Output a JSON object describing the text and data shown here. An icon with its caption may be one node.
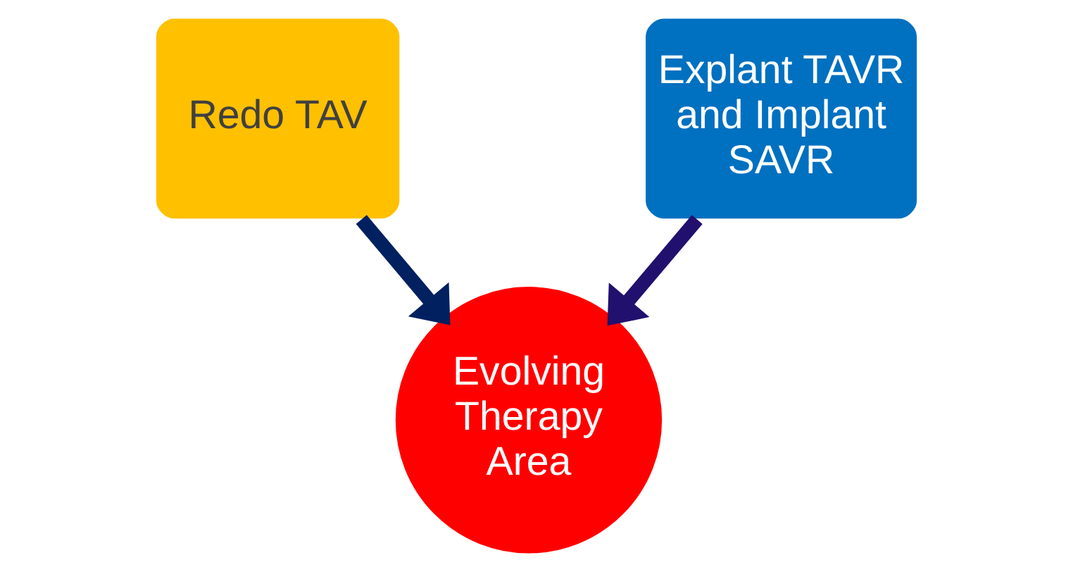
{
  "diagram": {
    "nodes": [
      {
        "text": [
          "Redo TAV"
        ]
      },
      {
        "text": [
          "Explant TAVR and Implant SAVR"
        ]
      },
      {
        "text": [
          "Evolving Therapy Area"
        ]
      }
    ],
    "edges": [
      {
        "from": 0,
        "to": 2,
        "arrow": "to",
        "color": "#002060"
      },
      {
        "from": 1,
        "to": 2,
        "arrow": "to",
        "color": "#22106e"
      }
    ]
  }
}
